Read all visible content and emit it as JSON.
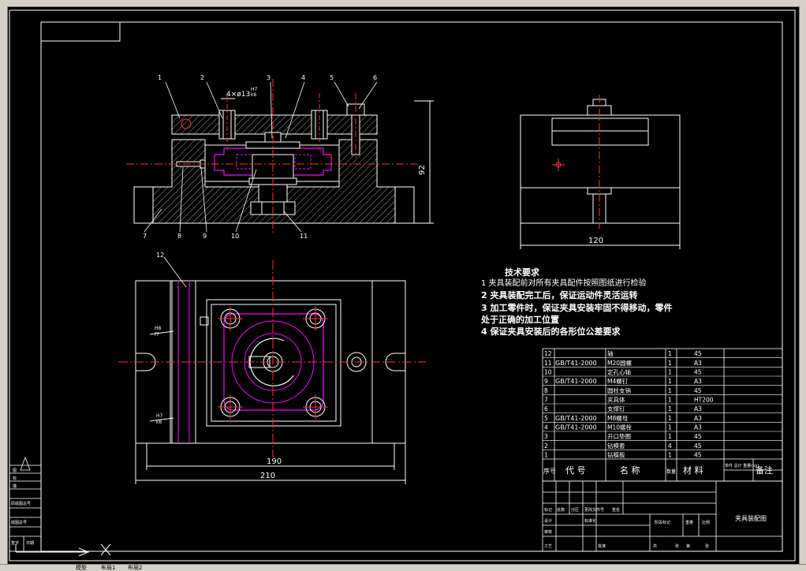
{
  "window": {
    "tabs": [
      "模型",
      "布局1",
      "布局2"
    ]
  },
  "drawing": {
    "balloons": [
      "1",
      "2",
      "3",
      "4",
      "5",
      "6",
      "7",
      "8",
      "9",
      "10",
      "11",
      "12"
    ],
    "dims": {
      "hole": "4×ø13",
      "fit_top": "H7",
      "fit_bottom": "k6",
      "height": "92",
      "side_width": "120",
      "plan_inner": "190",
      "plan_outer": "210",
      "fit1_top": "H8",
      "fit1_bottom": "f7",
      "fit2_top": "H7",
      "fit2_bottom": "k6"
    }
  },
  "tech": {
    "title": "技术要求",
    "items": [
      "1  夹具装配前对所有夹具配件按照图纸进行检验",
      "2  夹具装配完工后，保证运动件灵活运转",
      "3  加工零件时，保证夹具安装牢固不得移动，零件",
      "    处于正确的加工位置",
      "4  保证夹具安装后的各形位公差要求"
    ]
  },
  "bom": {
    "rows": [
      {
        "no": "12",
        "code": "",
        "name": "轴",
        "qty": "1",
        "mat": "45"
      },
      {
        "no": "11",
        "code": "GB/T41-2000",
        "name": "M20圆螺",
        "qty": "1",
        "mat": "A3"
      },
      {
        "no": "10",
        "code": "",
        "name": "定孔心轴",
        "qty": "1",
        "mat": "45"
      },
      {
        "no": "9",
        "code": "GB/T41-2000",
        "name": "M4螺钉",
        "qty": "1",
        "mat": "A3"
      },
      {
        "no": "8",
        "code": "",
        "name": "圆柱支销",
        "qty": "1",
        "mat": "45"
      },
      {
        "no": "7",
        "code": "",
        "name": "夹具体",
        "qty": "1",
        "mat": "HT200"
      },
      {
        "no": "6",
        "code": "",
        "name": "支撑钉",
        "qty": "1",
        "mat": "A3"
      },
      {
        "no": "5",
        "code": "GB/T41-2000",
        "name": "M8螺母",
        "qty": "1",
        "mat": "A3"
      },
      {
        "no": "4",
        "code": "GB/T41-2000",
        "name": "M10螺栓",
        "qty": "1",
        "mat": "A3"
      },
      {
        "no": "3",
        "code": "",
        "name": "开口垫圈",
        "qty": "1",
        "mat": "45"
      },
      {
        "no": "2",
        "code": "",
        "name": "钻模套",
        "qty": "4",
        "mat": "45"
      },
      {
        "no": "1",
        "code": "",
        "name": "钻模板",
        "qty": "1",
        "mat": "45"
      }
    ],
    "header": {
      "no": "序号",
      "code": "代  号",
      "name": "名  称",
      "qty": "数量",
      "mat": "材  料",
      "weight": "单件 总计 重量(kg)",
      "note": "备注"
    }
  },
  "titleblock": {
    "title": "夹具装配图",
    "cells": [
      "标记",
      "处数",
      "分区",
      "更改文件号",
      "签名",
      "设计",
      "标准化",
      "阶段标记",
      "重量",
      "比例",
      "审核",
      "工艺",
      "批准",
      "共",
      "张",
      "第",
      "张"
    ]
  },
  "left_table": {
    "cells": [
      "图",
      "标",
      "描",
      "",
      "原底图总号",
      "",
      "底图总号",
      "",
      "签字",
      "日期"
    ]
  },
  "colors": {
    "line": "#ffffff",
    "center": "#ff3030",
    "magenta": "#ff00ff",
    "hatch": "#c0c0c0"
  }
}
